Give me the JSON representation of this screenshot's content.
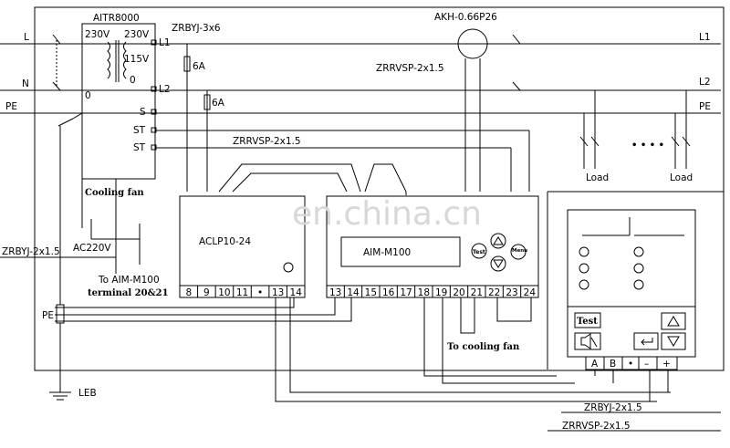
{
  "labels": {
    "aitr": "AITR8000",
    "v230_left": "230V",
    "v230_right": "230V",
    "v115": "115V",
    "v0_right": "0",
    "v0_left": "0",
    "term_l1": "L1",
    "term_l2": "L2",
    "term_s": "S",
    "term_st1": "ST",
    "term_st2": "ST",
    "cooling_fan": "Cooling fan",
    "zrbyj_3x6": "ZRBYJ-3x6",
    "fuse1": "6A",
    "fuse2": "6A",
    "akh": "AKH-0.66P26",
    "zrrvsp_top": "ZRRVSP-2x1.5",
    "zrrvsp_mid": "ZRRVSP-2x1.5",
    "line_l": "L",
    "line_n": "N",
    "line_pe": "PE",
    "out_l1": "L1",
    "out_l2": "L2",
    "out_pe": "PE",
    "load1": "Load",
    "load2": "Load",
    "dots": "• • • •",
    "aclp": "ACLP10-24",
    "aim": "AIM-M100",
    "test_small": "Test",
    "menu_small": "Menu",
    "zrbyj_left": "ZRBYJ-2x1.5",
    "ac220": "AC220V",
    "to_aim": "To AIM-M100",
    "terminal": "terminal 20&21",
    "pe_left": "PE",
    "leb": "LEB",
    "to_fan": "To cooling fan",
    "panel_test": "Test",
    "ab_a": "A",
    "ab_b": "B",
    "ab_dot": "•",
    "ab_minus": "–",
    "ab_plus": "+",
    "zrbyj_bottom": "ZRBYJ-2x1.5",
    "zrrvsp_bottom": "ZRRVSP-2x1.5",
    "watermark": "en.china.cn"
  },
  "aclp_terminals": [
    "8",
    "9",
    "10",
    "11",
    "•",
    "13",
    "14"
  ],
  "aim_terminals": [
    "13",
    "14",
    "15",
    "16",
    "17",
    "18",
    "19",
    "20",
    "21",
    "22",
    "23",
    "24"
  ]
}
